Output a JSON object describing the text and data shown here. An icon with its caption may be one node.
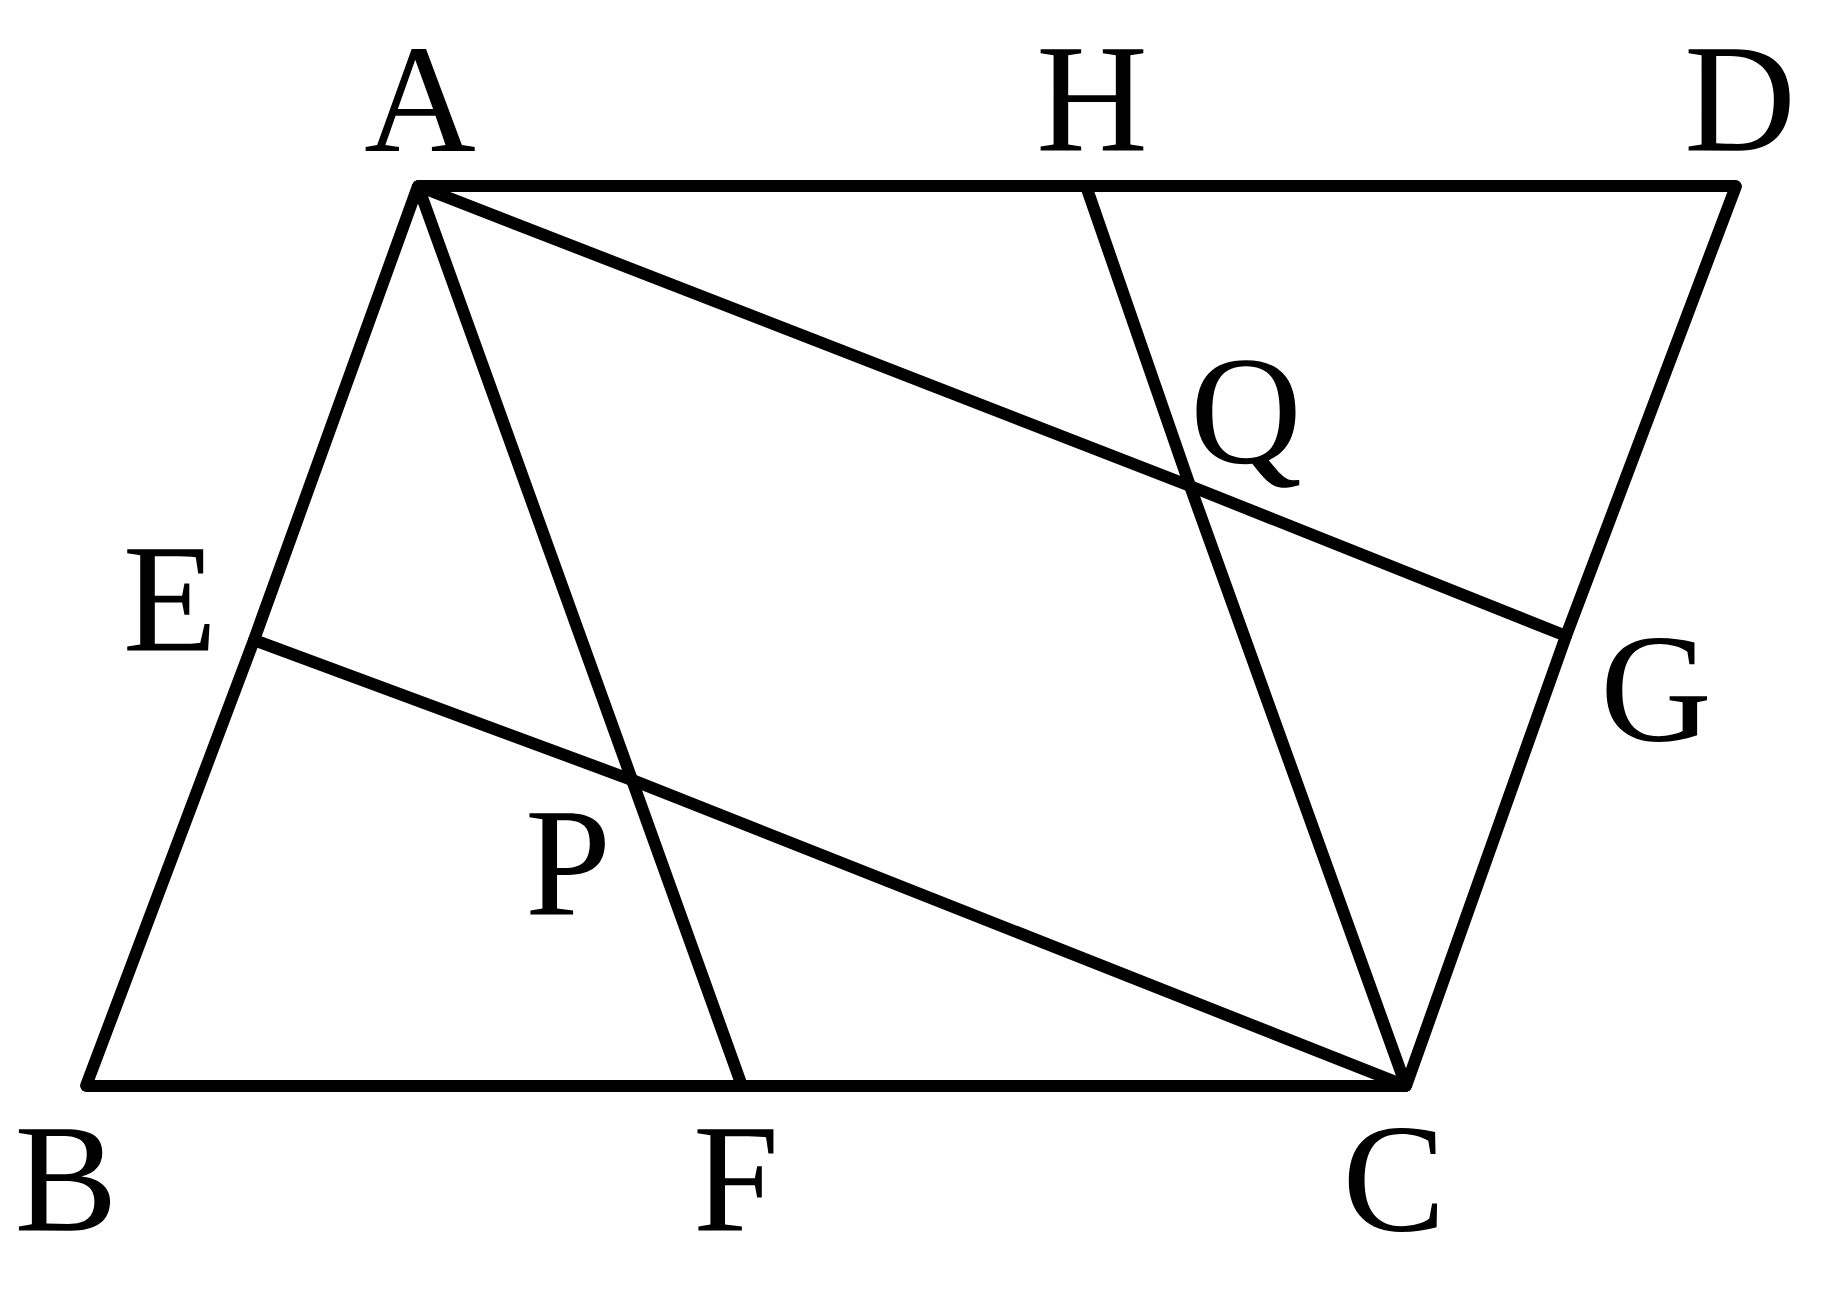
{
  "diagram": {
    "nodes": [
      {
        "text": [
          "A"
        ]
      },
      {
        "text": [
          "H"
        ]
      },
      {
        "text": [
          "D"
        ]
      },
      {
        "text": [
          "Q"
        ]
      },
      {
        "text": [
          "E"
        ]
      },
      {
        "text": [
          "G"
        ]
      },
      {
        "text": [
          "P"
        ]
      },
      {
        "text": [
          "B"
        ]
      },
      {
        "text": [
          "F"
        ]
      },
      {
        "text": [
          "C"
        ]
      }
    ],
    "edges": [
      {
        "from": 0,
        "to": 1,
        "arrow": "none"
      },
      {
        "from": 1,
        "to": 2,
        "arrow": "none"
      },
      {
        "from": 2,
        "to": 5,
        "arrow": "none"
      },
      {
        "from": 5,
        "to": 9,
        "arrow": "none"
      },
      {
        "from": 7,
        "to": 8,
        "arrow": "none"
      },
      {
        "from": 8,
        "to": 9,
        "arrow": "none"
      },
      {
        "from": 0,
        "to": 4,
        "arrow": "none"
      },
      {
        "from": 4,
        "to": 7,
        "arrow": "none"
      },
      {
        "from": 0,
        "to": 3,
        "arrow": "none"
      },
      {
        "from": 3,
        "to": 5,
        "arrow": "none"
      },
      {
        "from": 1,
        "to": 3,
        "arrow": "none"
      },
      {
        "from": 3,
        "to": 9,
        "arrow": "none"
      },
      {
        "from": 0,
        "to": 6,
        "arrow": "none"
      },
      {
        "from": 6,
        "to": 8,
        "arrow": "none"
      },
      {
        "from": 4,
        "to": 6,
        "arrow": "none"
      },
      {
        "from": 6,
        "to": 9,
        "arrow": "none"
      }
    ]
  }
}
